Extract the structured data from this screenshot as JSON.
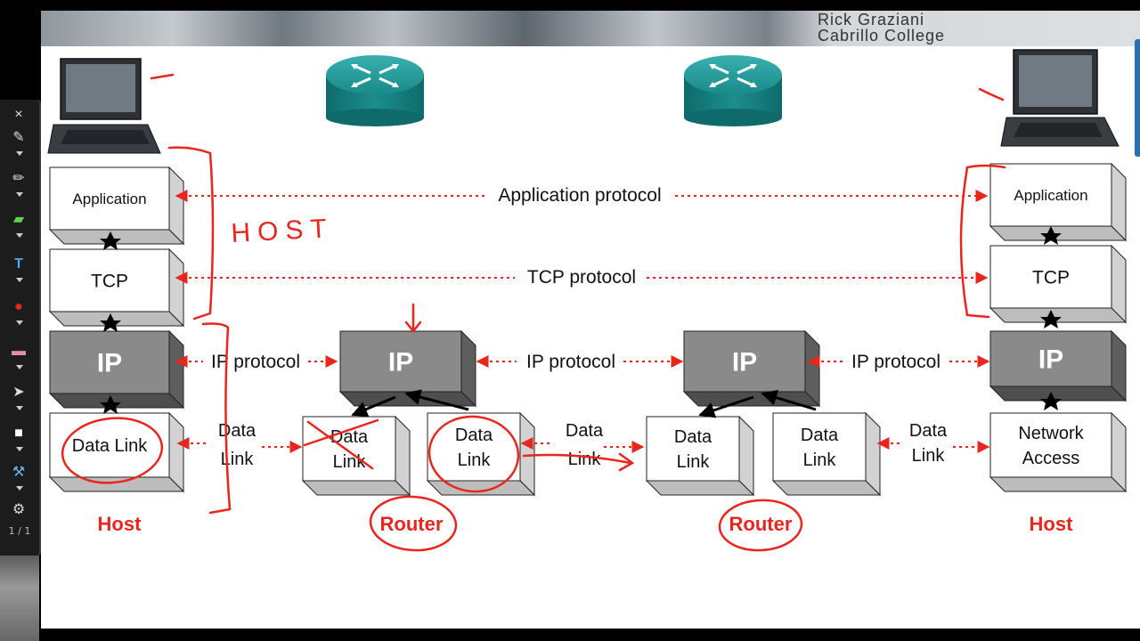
{
  "banner": {
    "author": "Rick Graziani",
    "college": "Cabrillo College"
  },
  "toolbar": {
    "tools": [
      "pen-tool-icon",
      "pencil-icon",
      "highlighter-icon",
      "text-tool-icon",
      "shapes-icon",
      "eraser-icon",
      "pointer-icon",
      "color-swatch-icon",
      "settings-icon",
      "gear-icon"
    ],
    "page_counter": "1 / 1"
  },
  "diagram": {
    "host_left": {
      "layers": [
        "Application",
        "TCP",
        "IP",
        "Data Link"
      ],
      "label": "Host"
    },
    "router_1": {
      "layers": [
        "IP",
        "Data Link",
        "Data Link"
      ],
      "label": "Router",
      "data_link_left": [
        "Data",
        "Link"
      ],
      "data_link_right": [
        "Data",
        "Link"
      ]
    },
    "router_2": {
      "layers": [
        "IP",
        "Data Link",
        "Data Link"
      ],
      "label": "Router",
      "data_link_left": [
        "Data",
        "Link"
      ],
      "data_link_right": [
        "Data",
        "Link"
      ]
    },
    "host_right": {
      "layers": [
        "Application",
        "TCP",
        "IP",
        "Network Access"
      ],
      "network_access": [
        "Network",
        "Access"
      ],
      "label": "Host"
    },
    "protocols": {
      "application": "Application protocol",
      "tcp": "TCP protocol",
      "ip": "IP protocol"
    },
    "links": {
      "data_link": [
        "Data",
        "Link"
      ]
    },
    "annotations": {
      "host_handwritten": "HOST"
    },
    "colors": {
      "red": "#e8261e",
      "gray_box": "#8a8a8a",
      "router_teal": "#1c8d8d"
    }
  }
}
